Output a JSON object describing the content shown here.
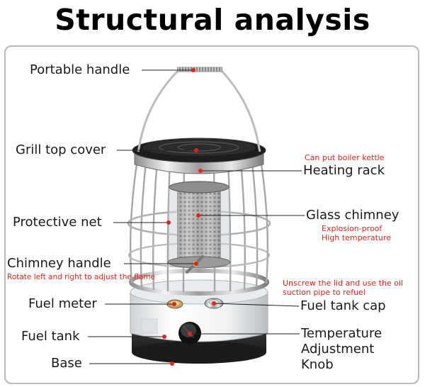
{
  "title": "Structural analysis",
  "labels": {
    "portable_handle": "Portable handle",
    "grill_top_cover": "Grill top cover",
    "protective_net": "Protective net",
    "chimney_handle": "Chimney handle",
    "fuel_meter": "Fuel meter",
    "fuel_tank": "Fuel tank",
    "base": "Base",
    "heating_rack": "Heating rack",
    "glass_chimney": "Glass chimney",
    "fuel_tank_cap": "Fuel tank cap",
    "temperature_knob_line1": "Temperature",
    "temperature_knob_line2": "Adjustment",
    "temperature_knob_line3": "Knob"
  },
  "notes": {
    "heating_rack_note": "Can put boiler kettle",
    "chimney_note_line1": "Explosion-proof",
    "chimney_note_line2": "High temperature",
    "chimney_handle_note": "Rotate left and right to adjust the flame",
    "fuel_cap_note_line1": "Unscrew the lid and use the oil",
    "fuel_cap_note_line2": "suction pipe to refuel"
  },
  "colors": {
    "accent_red": "#e0261b",
    "leader_line": "#222222",
    "frame_border": "#b8b8b8"
  }
}
